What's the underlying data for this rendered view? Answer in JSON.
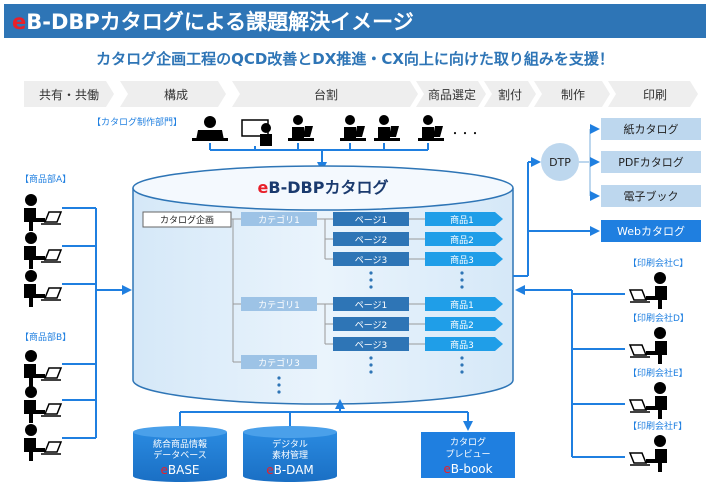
{
  "header": {
    "title_brand": "e",
    "title_rest": "B-DBPカタログによる課題解決イメージ"
  },
  "subtitle": "カタログ企画工程のQCD改善とDX推進・CX向上に向けた取り組みを支援！",
  "process_steps": [
    "共有・共働",
    "構成",
    "台割",
    "商品選定",
    "割付",
    "制作",
    "印刷"
  ],
  "groups": {
    "catalog_dept": "【カタログ制作部門】",
    "product_a": "【商品部A】",
    "product_b": "【商品部B】",
    "printers": [
      "【印刷会社C】",
      "【印刷会社D】",
      "【印刷会社E】",
      "【印刷会社F】"
    ]
  },
  "dots": "・・・",
  "db": {
    "title_brand": "e",
    "title_rest": "B-DBPカタログ",
    "root": "カタログ企画",
    "categories": [
      "カテゴリ1",
      "カテゴリ1",
      "カテゴリ3"
    ],
    "pages": [
      "ページ1",
      "ページ2",
      "ページ3",
      "ページ1",
      "ページ2",
      "ページ3"
    ],
    "products": [
      "商品1",
      "商品2",
      "商品3",
      "商品1",
      "商品2",
      "商品3"
    ]
  },
  "dtp": {
    "label": "DTP",
    "outputs": [
      "紙カタログ",
      "PDFカタログ",
      "電子ブック"
    ],
    "web": "Webカタログ"
  },
  "systems": [
    {
      "line1": "統合商品情報",
      "line2": "データベース",
      "brand": "e",
      "name": "BASE"
    },
    {
      "line1": "デジタル",
      "line2": "素材管理",
      "brand": "e",
      "name": "B-DAM"
    },
    {
      "line1": "カタログ",
      "line2": "プレビュー",
      "brand": "e",
      "name": "B-book"
    }
  ],
  "colors": {
    "header_bg": "#2e75b6",
    "brand_red": "#e8202a",
    "accent_blue": "#1f7fe0",
    "light_blue": "#bdd7ee",
    "step_gray": "#eeeeee",
    "folder_blue": "#1f9ee8",
    "subtitle_blue": "#2e75b6"
  }
}
